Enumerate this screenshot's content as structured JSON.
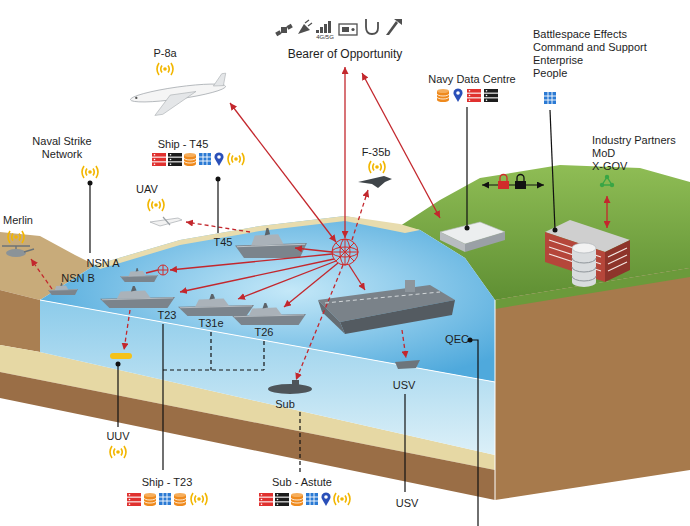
{
  "diagram": {
    "labels": [
      "Bearer of Opportunity",
      "4G/5G",
      "P-8a",
      "Navy Data Centre",
      "Battlespace Effects",
      "Command and Support",
      "Enterprise",
      "People",
      "Industry Partners",
      "MoD",
      "X-GOV",
      "Naval Strike Network",
      "Ship - T45",
      "F-35b",
      "UAV",
      "T45",
      "Merlin",
      "NSN A",
      "NSN B",
      "T23",
      "T31e",
      "T26",
      "QEC",
      "USV",
      "Sub",
      "UUV",
      "Ship - T23",
      "Sub - Astute",
      "USV"
    ]
  }
}
